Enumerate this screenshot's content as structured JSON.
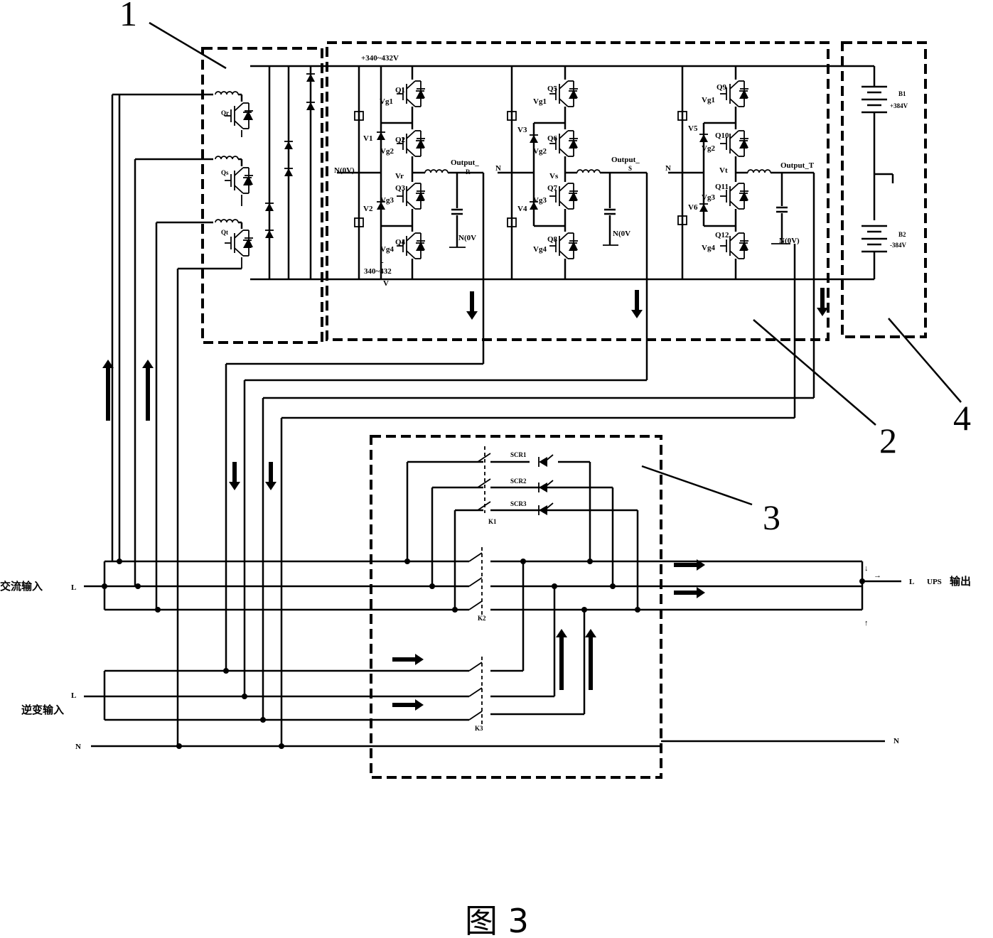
{
  "callouts": {
    "one": "1",
    "two": "2",
    "three": "3",
    "four": "4"
  },
  "caption": "图 3",
  "inputs": {
    "ac_input": "交流输入",
    "inverter_input": "逆变输入",
    "ups_output": "UPS输出",
    "line": "L",
    "neutral": "N"
  },
  "rails": {
    "positive": "+340~432V",
    "negative_1": "-",
    "negative_2": "340~432",
    "negative_3": "V"
  },
  "rectifier": {
    "q_top": "Qr",
    "q_mid": "Qs",
    "q_bot": "Qt"
  },
  "phase_r": {
    "q1": "Q1",
    "q2": "Q2",
    "q3": "Q3",
    "q4": "Q4",
    "vg1": "Vg1",
    "vg2": "Vg2",
    "vg3": "Vg3",
    "vg4": "Vg4",
    "v1": "V1",
    "v2": "V2",
    "vnode": "Vr",
    "n": "N(0V)",
    "out": "Output_",
    "out_sub": "R",
    "n_out": "N(0V"
  },
  "phase_s": {
    "q1": "Q5",
    "q2": "Q6",
    "q3": "Q7",
    "q4": "Q8",
    "vg1": "Vg1",
    "vg2": "Vg2",
    "vg3": "Vg3",
    "vg4": "Vg4",
    "v1": "V3",
    "v2": "V4",
    "vnode": "Vs",
    "n": "N",
    "out": "Output_",
    "out_sub": "S",
    "n_out": "N(0V"
  },
  "phase_t": {
    "q1": "Q9",
    "q2": "Q10",
    "q3": "Q11",
    "q4": "Q12",
    "vg1": "Vg1",
    "vg2": "Vg2",
    "vg3": "Vg3",
    "vg4": "Vg4",
    "v1": "V5",
    "v2": "V6",
    "vnode": "Vt",
    "n": "N",
    "out": "Output_T",
    "n_out": "N(0V)"
  },
  "battery": {
    "b1": "B1",
    "b1v": "+384V",
    "b2": "B2",
    "b2v": "-384V"
  },
  "switches": {
    "scr1": "SCR1",
    "scr2": "SCR2",
    "scr3": "SCR3",
    "k1": "K1",
    "k2": "K2",
    "k3": "K3"
  }
}
